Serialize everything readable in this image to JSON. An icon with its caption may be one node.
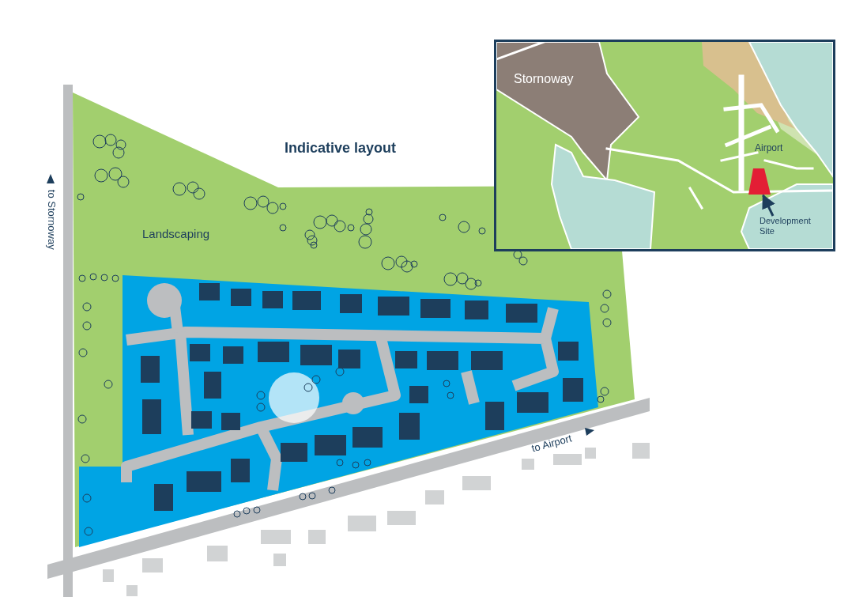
{
  "diagram": {
    "title": "Indicative layout",
    "nodes": [
      {
        "text": [
          "Development Site"
        ]
      },
      {
        "text": [],
        "shape": "box"
      }
    ],
    "edges": [
      {
        "from": 0,
        "to": 1,
        "arrow": "to"
      }
    ],
    "labels": [
      "Landscaping",
      "to Stornoway",
      "to Airport",
      "Stornoway",
      "Airport"
    ]
  }
}
